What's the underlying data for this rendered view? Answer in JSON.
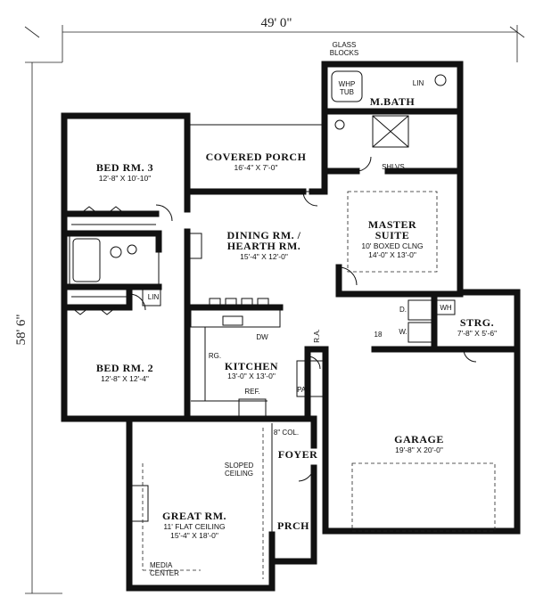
{
  "overall": {
    "width": "49' 0\"",
    "depth": "58' 6\""
  },
  "rooms": {
    "bed3": {
      "name": "BED RM. 3",
      "size": "12'-8\" X 10'-10\""
    },
    "porch": {
      "name": "COVERED PORCH",
      "size": "16'-4\" X 7'-0\""
    },
    "dining": {
      "name": "DINING RM. /",
      "name2": "HEARTH RM.",
      "size": "15'-4\" X 12'-0\""
    },
    "master": {
      "name": "MASTER",
      "name2": "SUITE",
      "note": "10' BOXED CLNG",
      "size": "14'-0\" X 13'-0\""
    },
    "mbath": {
      "name": "M.BATH"
    },
    "bed2": {
      "name": "BED RM. 2",
      "size": "12'-8\" X 12'-4\""
    },
    "kitchen": {
      "name": "KITCHEN",
      "size": "13'-0\" X 13'-0\""
    },
    "strg": {
      "name": "STRG.",
      "size": "7'-8\" X 5'-6\""
    },
    "garage": {
      "name": "GARAGE",
      "size": "19'-8\" X 20'-0\""
    },
    "foyer": {
      "name": "FOYER"
    },
    "great": {
      "name": "GREAT RM.",
      "note": "11' FLAT CEILING",
      "size": "15'-4\" X 18'-0\""
    },
    "prch": {
      "name": "PRCH"
    }
  },
  "labels": {
    "glass1": "GLASS",
    "glass2": "BLOCKS",
    "whp1": "WHP",
    "whp2": "TUB",
    "lin1": "LIN",
    "lin2": "LIN",
    "shlvs": "SHLVS.",
    "dw": "DW",
    "rg": "RG.",
    "ref": "REF.",
    "pan": "PAN",
    "ra": "R.A.",
    "col": "8\" COL.",
    "sloped1": "SLOPED",
    "sloped2": "CEILING",
    "media1": "MEDIA",
    "media2": "CENTER",
    "d": "D.",
    "w": "W.",
    "wh": "WH",
    "n18": "18"
  }
}
